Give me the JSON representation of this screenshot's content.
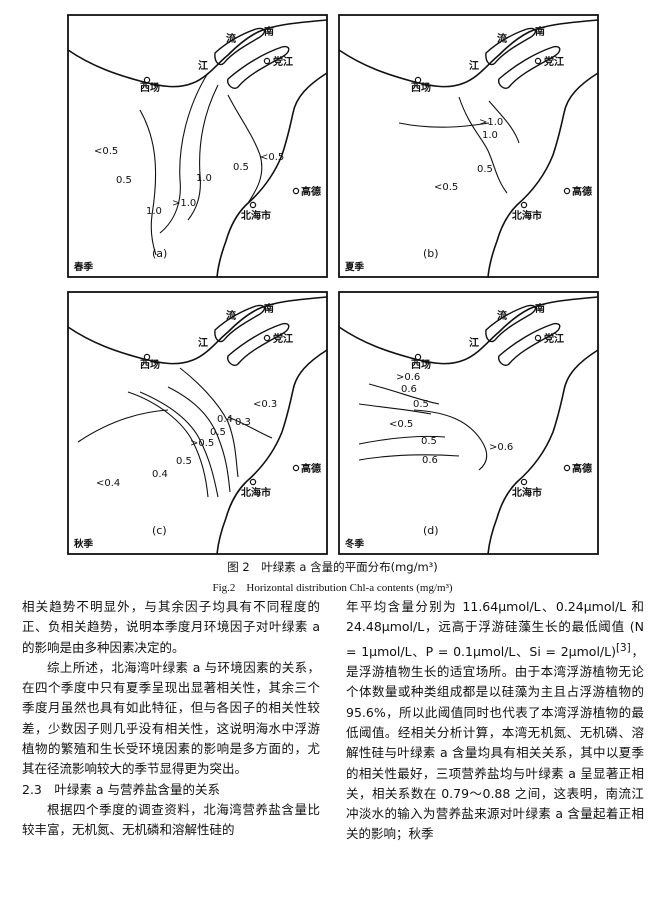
{
  "maps": [
    {
      "panel": "(a)",
      "season": "春季",
      "places": {
        "nan": "南",
        "liu": "流",
        "jiang": "江",
        "dangjiang": "党江",
        "xichang": "西场",
        "gaode": "高德",
        "beihai": "北海市"
      },
      "contour_labels": [
        "<0.5",
        "0.5",
        "1.0",
        "1.0",
        ">1.0",
        "0.5",
        "<0.5"
      ]
    },
    {
      "panel": "(b)",
      "season": "夏季",
      "places": {
        "nan": "南",
        "liu": "流",
        "jiang": "江",
        "dangjiang": "党江",
        "xichang": "西场",
        "gaode": "高德",
        "beihai": "北海市"
      },
      "contour_labels": [
        ">1.0",
        "1.0",
        "0.5",
        "<0.5"
      ]
    },
    {
      "panel": "(c)",
      "season": "秋季",
      "places": {
        "nan": "南",
        "liu": "流",
        "jiang": "江",
        "dangjiang": "党江",
        "xichang": "西场",
        "gaode": "高德",
        "beihai": "北海市"
      },
      "contour_labels": [
        "<0.3",
        "0.4",
        "0.3",
        "0.5",
        ">0.5",
        "0.5",
        "0.4",
        "<0.4"
      ]
    },
    {
      "panel": "(d)",
      "season": "冬季",
      "places": {
        "nan": "南",
        "liu": "流",
        "jiang": "江",
        "dangjiang": "党江",
        "xichang": "西场",
        "gaode": "高德",
        "beihai": "北海市"
      },
      "contour_labels": [
        ">0.6",
        "0.6",
        "0.5",
        "<0.5",
        "0.5",
        "0.6",
        ">0.6"
      ]
    }
  ],
  "caption": {
    "zh": "图 2　叶绿素 a 含量的平面分布(mg/m³)",
    "en": "Fig.2　Horizontal distribution Chl-a contents (mg/m³)"
  },
  "left_column": {
    "p1": "相关趋势不明显外，与其余因子均具有不同程度的正、负相关趋势，说明本季度月环境因子对叶绿素 a 的影响是由多种因素决定的。",
    "p2": "综上所述，北海湾叶绿素 a 与环境因素的关系，在四个季度中只有夏季呈现出显著相关性，其余三个季度月虽然也具有如此特征，但与各因子的相关性较差，少数因子则几乎没有相关性，这说明海水中浮游植物的繁殖和生长受环境因素的影响是多方面的，尤其在径流影响较大的季节显得更为突出。",
    "heading": "2.3　叶绿素 a 与营养盐含量的关系",
    "p3": "根据四个季度的调查资料，北海湾营养盐含量比较丰富，无机氮、无机磷和溶解性硅的"
  },
  "right_column": {
    "p1a": "年平均含量分别为 11.64μmol/L、0.24μmol/L 和 24.48μmol/L，远高于浮游硅藻生长的最低阈值 (N = 1μmol/L、P = 0.1μmol/L、Si = 2μmol/L)",
    "ref": "[3]",
    "p1b": "，是浮游植物生长的适宜场所。由于本湾浮游植物无论个体数量或种类组成都是以硅藻为主且占浮游植物的 95.6%，所以此阈值同时也代表了本湾浮游植物的最低阈值。经相关分析计算，本湾无机氮、无机磷、溶解性硅与叶绿素 a 含量均具有相关关系，其中以夏季的相关性最好，三项营养盐均与叶绿素 a 呈显著正相关，相关系数在 0.79～0.88 之间，这表明，南流江冲淡水的输入为营养盐来源对叶绿素 a 含量起着正相关的影响；秋季"
  }
}
